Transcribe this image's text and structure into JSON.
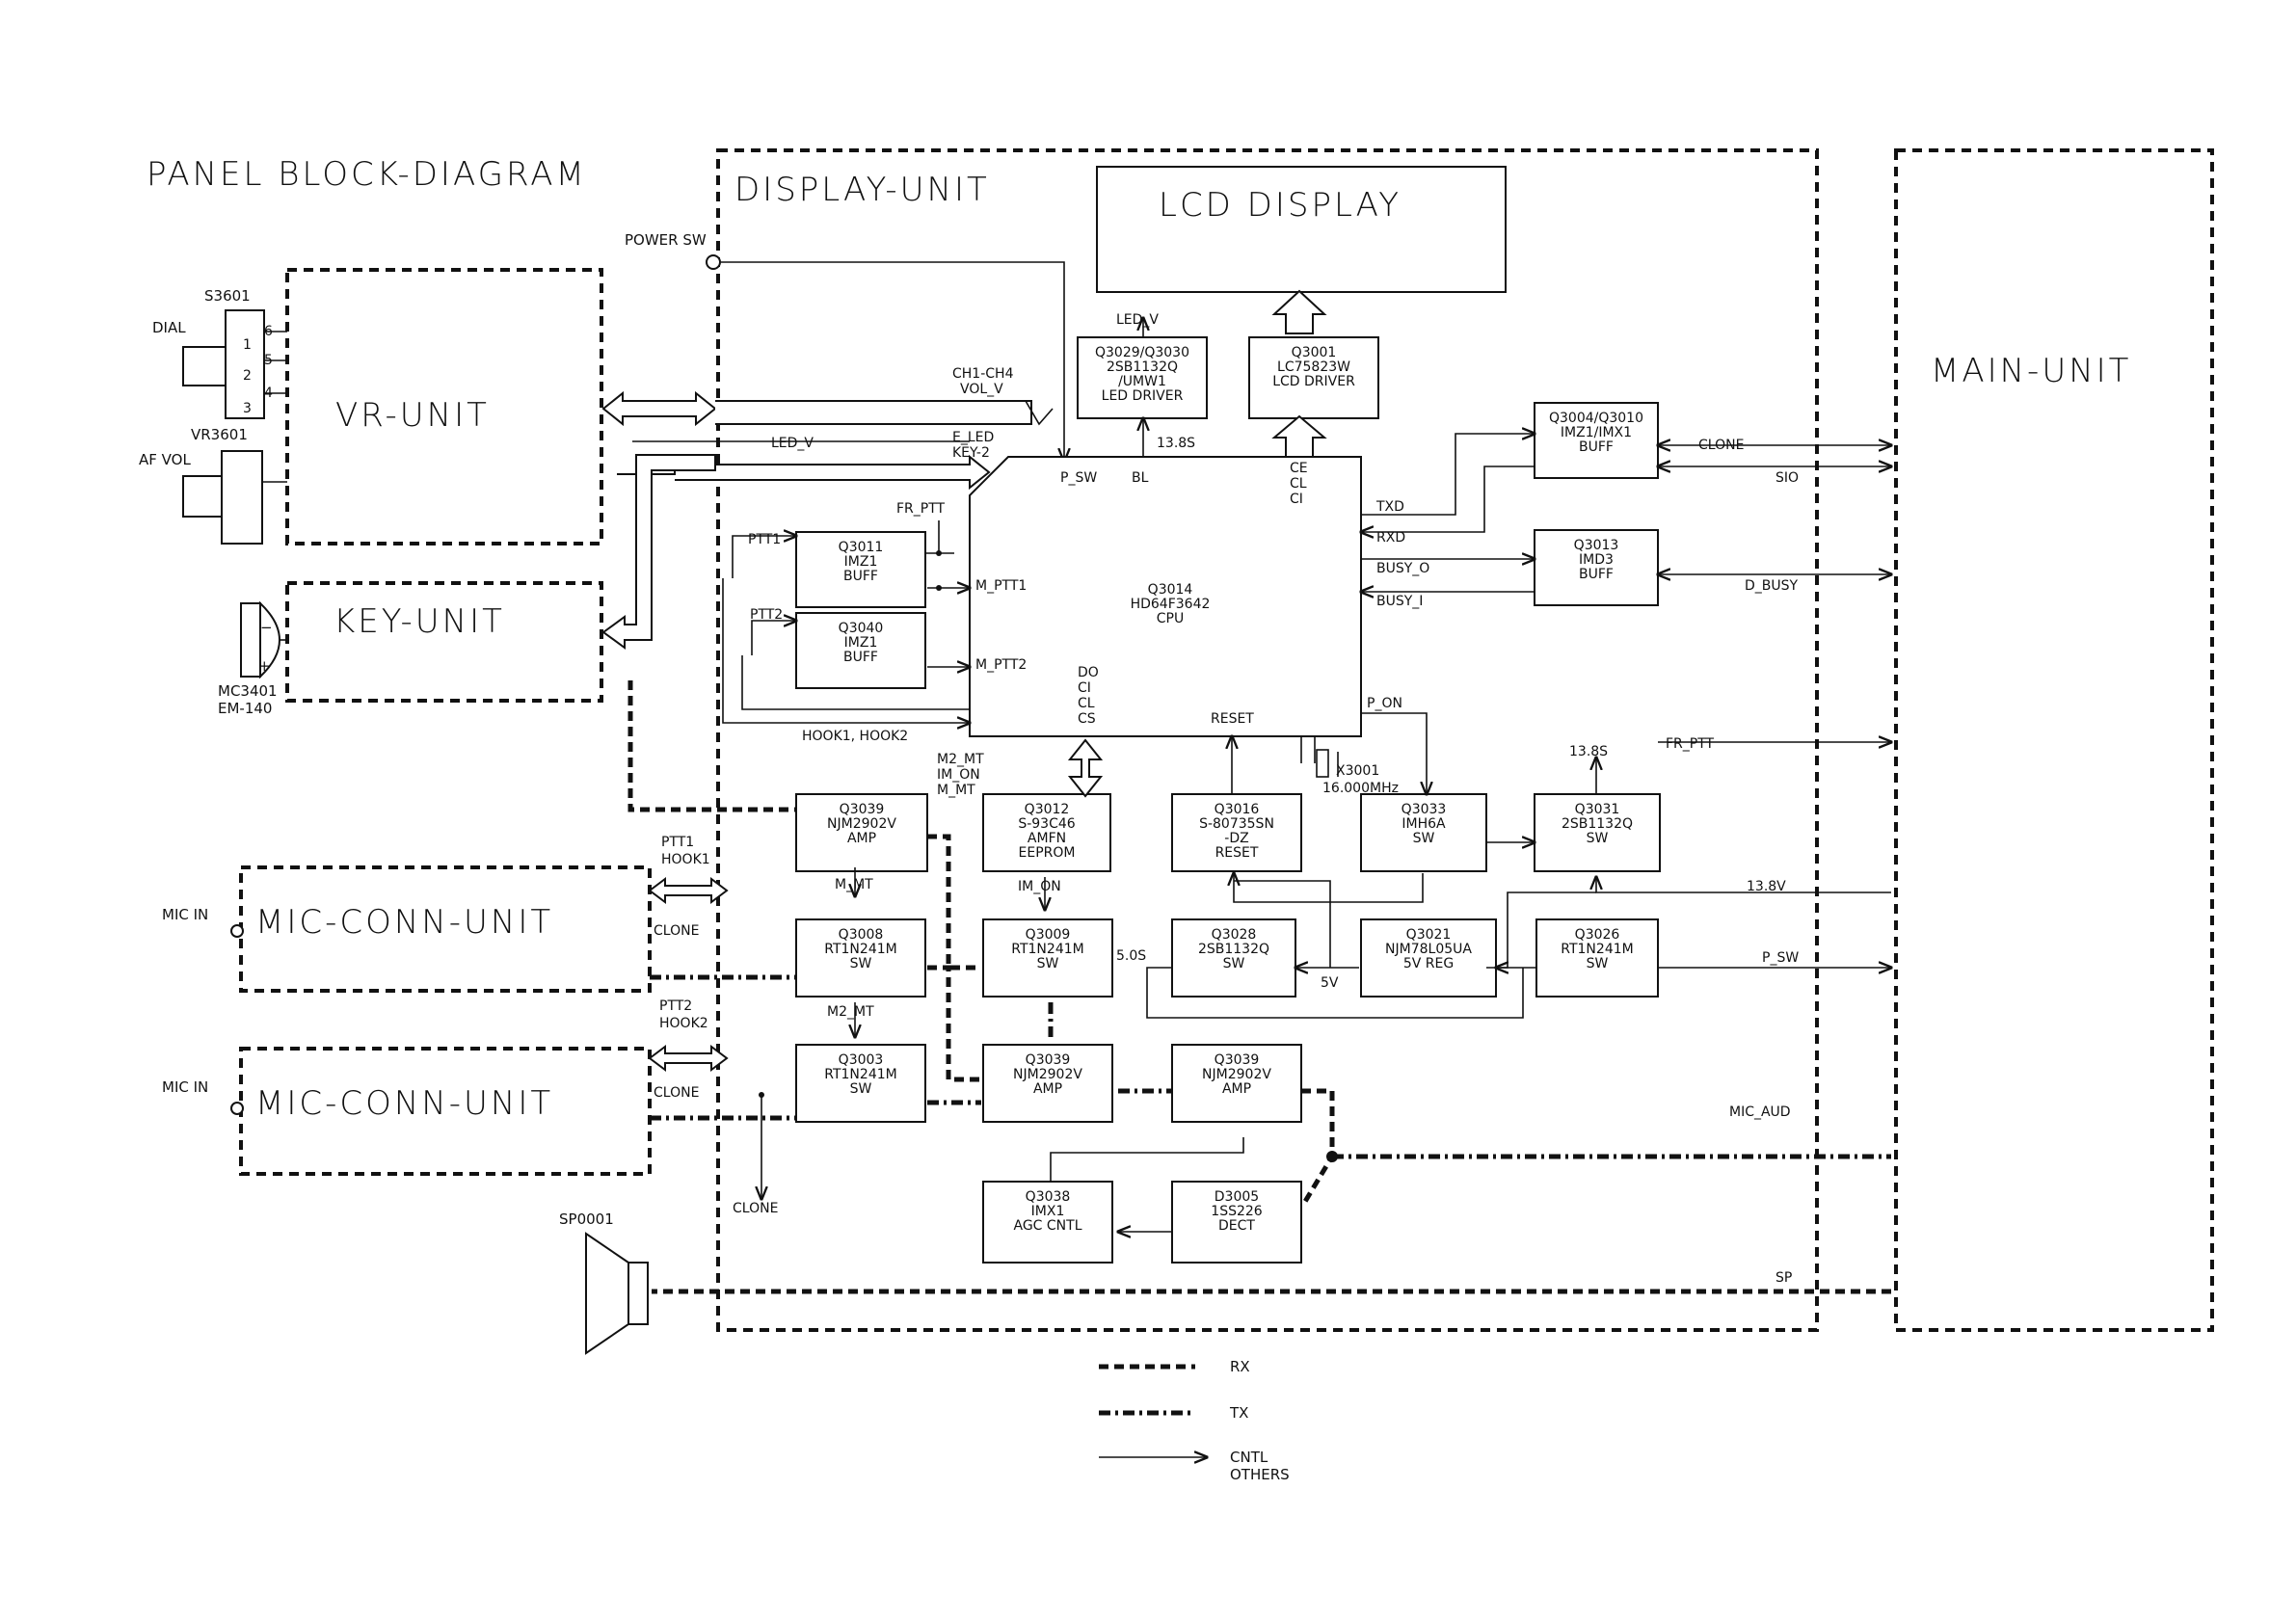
{
  "title": "PANEL BLOCK-DIAGRAM",
  "units": {
    "display": "DISPLAY-UNIT",
    "main": "MAIN-UNIT",
    "vr": "VR-UNIT",
    "key": "KEY-UNIT",
    "mic_conn_1": "MIC-CONN-UNIT",
    "mic_conn_2": "MIC-CONN-UNIT",
    "lcd": "LCD DISPLAY"
  },
  "components": {
    "s3601": "S3601",
    "dial": "DIAL",
    "dial_pins": [
      "1",
      "2",
      "3",
      "4",
      "5",
      "6"
    ],
    "vr3601": "VR3601",
    "af_vol": "AF VOL",
    "mc3401": "MC3401",
    "em140": "EM-140",
    "mic_in_1": "MIC IN",
    "mic_in_2": "MIC IN",
    "sp0001": "SP0001",
    "power_sw": "POWER SW"
  },
  "blocks": {
    "q3029": [
      "Q3029/Q3030",
      "2SB1132Q",
      "/UMW1",
      "LED DRIVER"
    ],
    "q3001": [
      "Q3001",
      "LC75823W",
      "LCD DRIVER"
    ],
    "q3004": [
      "Q3004/Q3010",
      "IMZ1/IMX1",
      "BUFF"
    ],
    "q3013": [
      "Q3013",
      "IMD3",
      "BUFF"
    ],
    "q3011": [
      "Q3011",
      "IMZ1",
      "BUFF"
    ],
    "q3040": [
      "Q3040",
      "IMZ1",
      "BUFF"
    ],
    "cpu": [
      "Q3014",
      "HD64F3642",
      "CPU"
    ],
    "q3039a": [
      "Q3039",
      "NJM2902V",
      "AMP"
    ],
    "q3012": [
      "Q3012",
      "S-93C46",
      "AMFN",
      "EEPROM"
    ],
    "q3016": [
      "Q3016",
      "S-80735SN",
      "-DZ",
      "RESET"
    ],
    "q3033": [
      "Q3033",
      "IMH6A",
      "SW"
    ],
    "q3031": [
      "Q3031",
      "2SB1132Q",
      "SW"
    ],
    "q3008": [
      "Q3008",
      "RT1N241M",
      "SW"
    ],
    "q3009": [
      "Q3009",
      "RT1N241M",
      "SW"
    ],
    "q3028": [
      "Q3028",
      "2SB1132Q",
      "SW"
    ],
    "q3021": [
      "Q3021",
      "NJM78L05UA",
      "5V REG"
    ],
    "q3026": [
      "Q3026",
      "RT1N241M",
      "SW"
    ],
    "q3003": [
      "Q3003",
      "RT1N241M",
      "SW"
    ],
    "q3039b": [
      "Q3039",
      "NJM2902V",
      "AMP"
    ],
    "q3039c": [
      "Q3039",
      "NJM2902V",
      "AMP"
    ],
    "q3038": [
      "Q3038",
      "IMX1",
      "AGC CNTL"
    ],
    "d3005": [
      "D3005",
      "1SS226",
      "DECT"
    ]
  },
  "cpu_pins": {
    "p_sw": "P_SW",
    "bl": "BL",
    "ce": "CE",
    "cl": "CL",
    "ci": "CI",
    "txd": "TXD",
    "rxd": "RXD",
    "busy_o": "BUSY_O",
    "busy_i": "BUSY_I",
    "m_ptt1": "M_PTT1",
    "m_ptt2": "M_PTT2",
    "do": "DO",
    "ci2": "CI",
    "cl2": "CL",
    "cs": "CS",
    "reset": "RESET",
    "p_on": "P_ON"
  },
  "signals": {
    "led_v_top": "LED_V",
    "v138s_top": "13.8S",
    "ch1_ch4": "CH1-CH4",
    "vol_v": "VOL_V",
    "led_v": "LED_V",
    "e_led": "E_LED",
    "key_2": "KEY-2",
    "fr_ptt": "FR_PTT",
    "ptt1": "PTT1",
    "ptt2": "PTT2",
    "hook12": "HOOK1, HOOK2",
    "m2_mt": "M2_MT",
    "im_on": "IM_ON",
    "m_mt": "M_MT",
    "x3001": "X3001",
    "xtal": "16.000MHz",
    "clone_top": "CLONE",
    "sio": "SIO",
    "d_busy": "D_BUSY",
    "fr_ptt_main": "FR_PTT",
    "v138s": "13.8S",
    "v138v": "13.8V",
    "p_sw_main": "P_SW",
    "mic_aud": "MIC_AUD",
    "sp": "SP",
    "m_mt_label": "M_MT",
    "im_on_label": "IM_ON",
    "m2_mt_label": "M2_MT",
    "v5_0s": "5.0S",
    "v5v": "5V",
    "ptt1_hook1": [
      "PTT1",
      "HOOK1"
    ],
    "ptt2_hook2": [
      "PTT2",
      "HOOK2"
    ],
    "clone1": "CLONE",
    "clone2": "CLONE",
    "clone_out": "CLONE"
  },
  "legend": {
    "rx": "RX",
    "tx": "TX",
    "cntl": "CNTL",
    "others": "OTHERS"
  }
}
